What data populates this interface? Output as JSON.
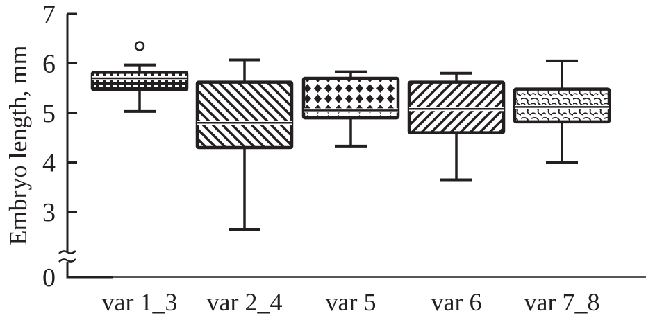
{
  "chart_data": {
    "type": "boxplot",
    "title": "",
    "xlabel": "",
    "ylabel": "Embryo length, mm",
    "ylim": [
      0,
      7
    ],
    "axis_break": [
      0,
      3
    ],
    "yticks": [
      "0",
      "3",
      "4",
      "5",
      "6",
      "7"
    ],
    "ytick_values": [
      0,
      3,
      4,
      5,
      6,
      7
    ],
    "categories": [
      "var 1_3",
      "var 2_4",
      "var 5",
      "var 6",
      "var 7_8"
    ],
    "series": [
      {
        "name": "var 1_3",
        "whisker_low": 5.03,
        "q1": 5.47,
        "median": 5.7,
        "q3": 5.82,
        "whisker_high": 5.97,
        "outliers": [
          6.35
        ],
        "pattern": "dots-rows"
      },
      {
        "name": "var 2_4",
        "whisker_low": 2.65,
        "q1": 4.3,
        "median": 4.8,
        "q3": 5.62,
        "whisker_high": 6.07,
        "outliers": [],
        "pattern": "hatch-back"
      },
      {
        "name": "var 5",
        "whisker_low": 4.33,
        "q1": 4.9,
        "median": 5.05,
        "q3": 5.7,
        "whisker_high": 5.83,
        "outliers": [],
        "pattern": "diamonds"
      },
      {
        "name": "var 6",
        "whisker_low": 3.65,
        "q1": 4.6,
        "median": 5.08,
        "q3": 5.62,
        "whisker_high": 5.8,
        "outliers": [],
        "pattern": "hatch-forward"
      },
      {
        "name": "var 7_8",
        "whisker_low": 4.0,
        "q1": 4.82,
        "median": 5.12,
        "q3": 5.48,
        "whisker_high": 6.05,
        "outliers": [],
        "pattern": "scales"
      }
    ],
    "grid": false,
    "colors": {
      "ink": "#231f20",
      "background": "#ffffff"
    }
  }
}
